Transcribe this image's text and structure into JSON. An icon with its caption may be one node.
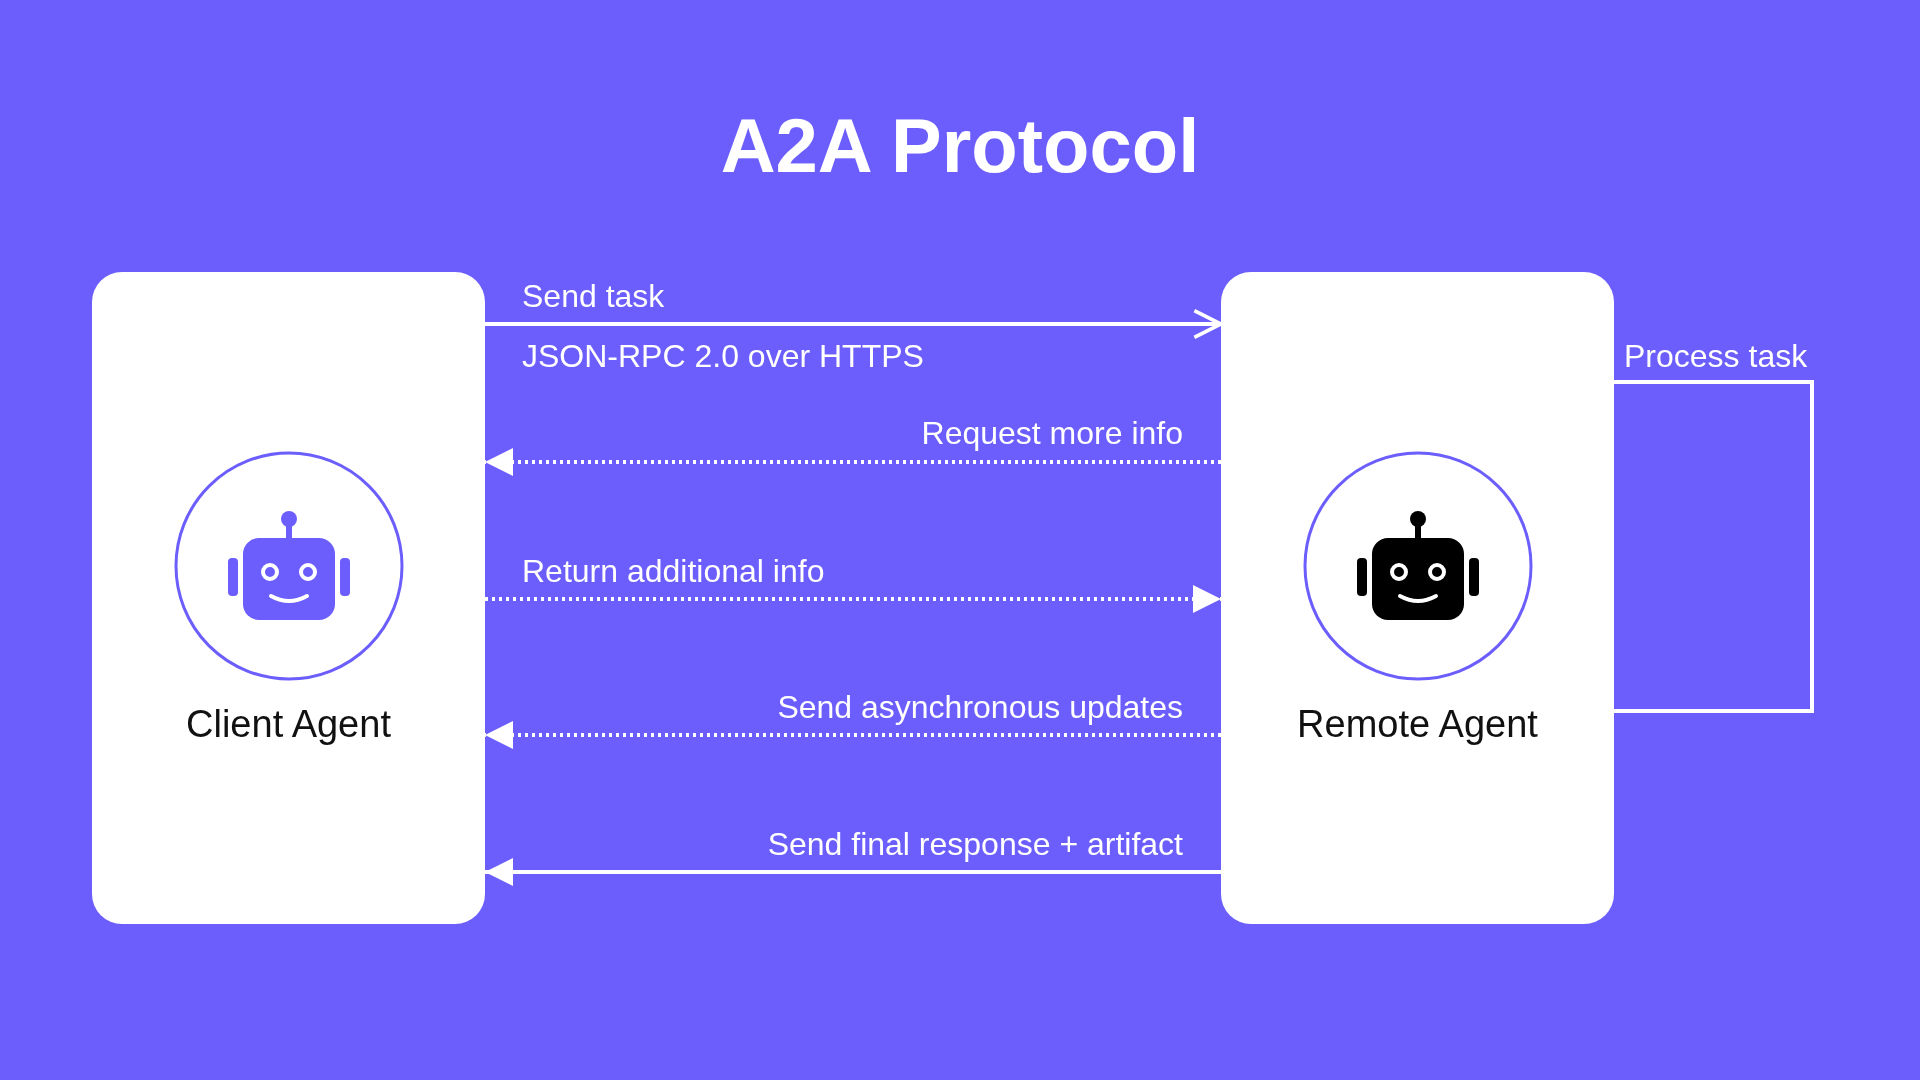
{
  "diagram": {
    "title": "A2A Protocol",
    "nodes": [
      {
        "text": [
          "Client Agent"
        ]
      },
      {
        "text": [
          "Remote Agent"
        ]
      }
    ],
    "edges": [
      {
        "from": 0,
        "to": 1,
        "arrow": "to",
        "label": "Send task"
      },
      {
        "from": 1,
        "to": 0,
        "arrow": "to",
        "label": "Request more info",
        "style": "dashed"
      },
      {
        "from": 0,
        "to": 1,
        "arrow": "to",
        "label": "Return additional info",
        "style": "dashed"
      },
      {
        "from": 1,
        "to": 0,
        "arrow": "to",
        "label": "Send asynchronous updates",
        "style": "dashed"
      },
      {
        "from": 1,
        "to": 0,
        "arrow": "to",
        "label": "Send final response + artifact"
      },
      {
        "from": 1,
        "to": 1,
        "arrow": "none",
        "label": "Process task"
      }
    ],
    "labels": [
      "JSON-RPC 2.0 over HTTPS"
    ]
  }
}
